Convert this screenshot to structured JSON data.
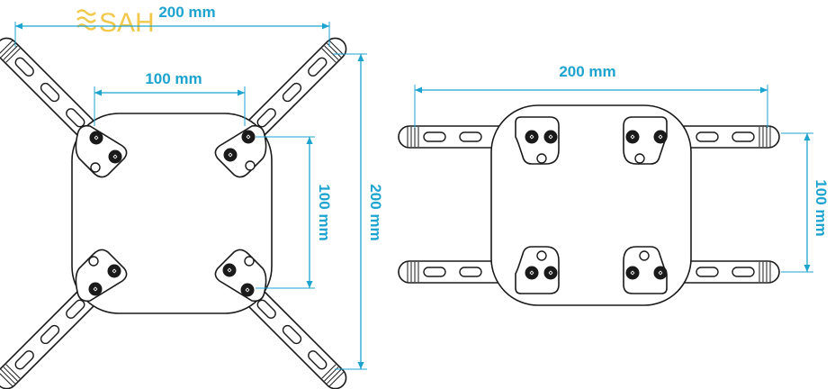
{
  "logo": {
    "text": "SAH",
    "color": "#f2c84b"
  },
  "colors": {
    "dimension": "#1ca3d0",
    "outline": "#1a1a1a",
    "fill": "#ffffff"
  },
  "left_diagram": {
    "view": "cross-arm bracket",
    "width_outer": "200 mm",
    "width_inner": "100 mm",
    "height_inner": "100 mm",
    "height_outer": "200 mm"
  },
  "right_diagram": {
    "view": "horizontal-arm bracket",
    "width": "200 mm",
    "height": "100 mm"
  }
}
